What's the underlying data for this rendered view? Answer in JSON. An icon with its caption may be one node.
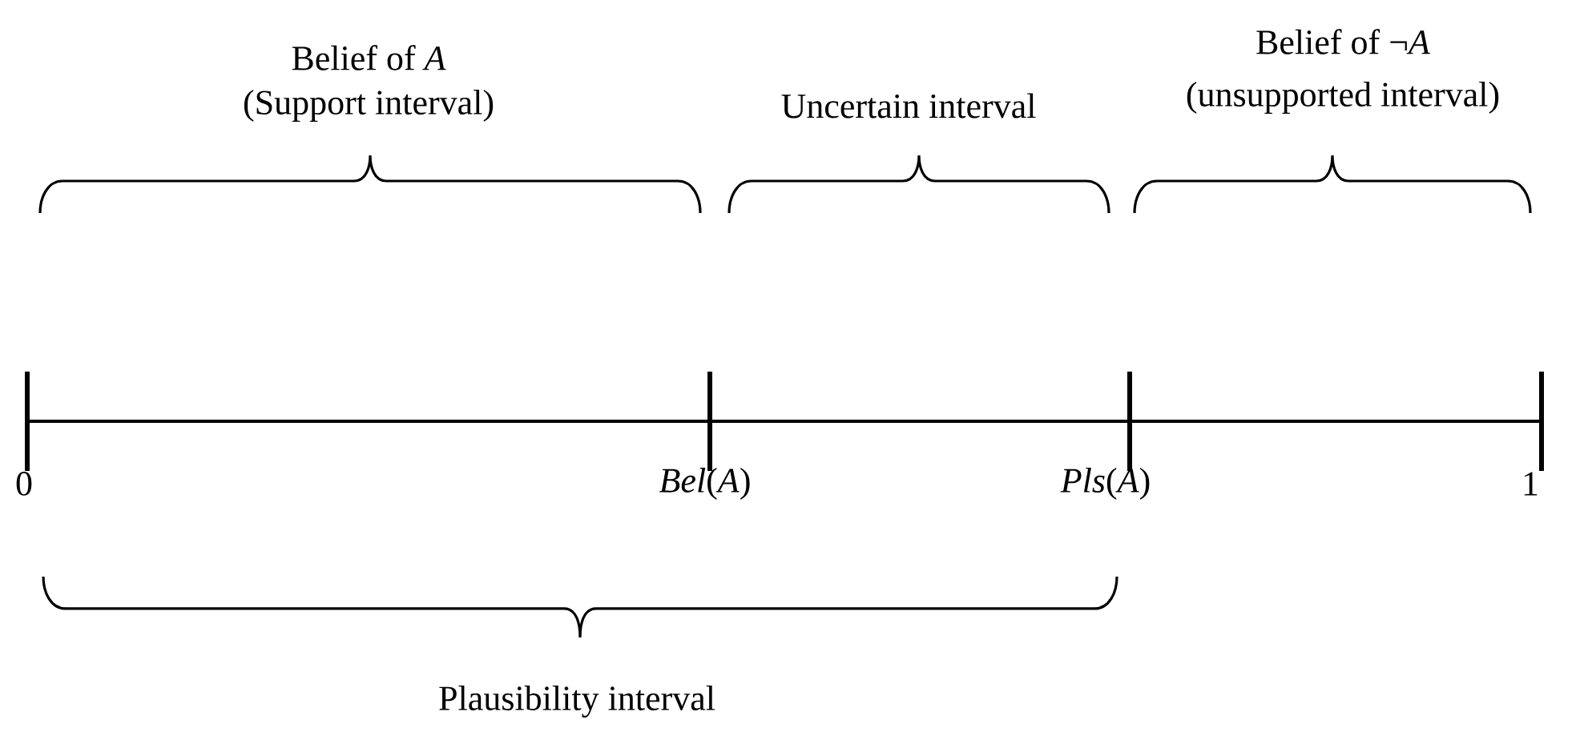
{
  "diagram": {
    "labels": [
      "Belief of *A*",
      "(Support interval)",
      "Uncertain interval",
      "Belief of ¬*A*",
      "(unsupported interval)",
      "0",
      "*Bel*(*A*)",
      "*Pls*(*A*)",
      "1",
      "Plausibility interval"
    ]
  }
}
